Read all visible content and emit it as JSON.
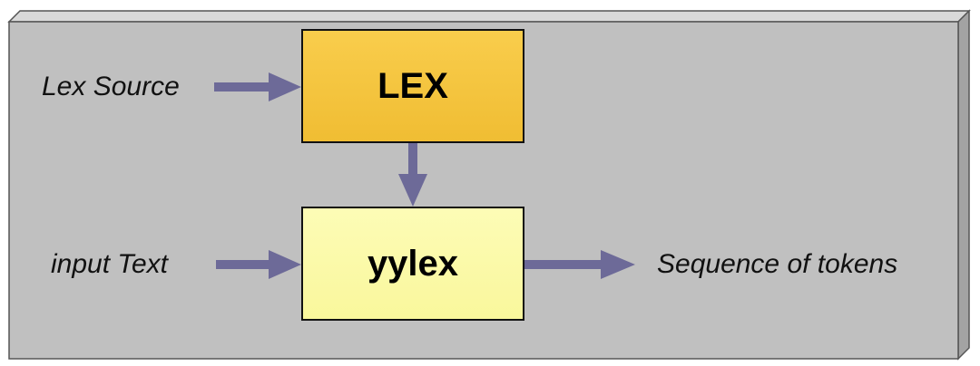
{
  "diagram": {
    "inputs": {
      "lex_source": "Lex Source",
      "input_text": "input Text"
    },
    "boxes": {
      "lex": "LEX",
      "yylex": "yylex"
    },
    "outputs": {
      "sequence_of_tokens": "Sequence of tokens"
    },
    "colors": {
      "panel_front": "#c0c0c0",
      "panel_top": "#d6d6d6",
      "panel_side": "#a0a0a0",
      "lex_box": "#f6c641",
      "yylex_box": "#fbf9a8",
      "arrow": "#6d6a98"
    }
  }
}
